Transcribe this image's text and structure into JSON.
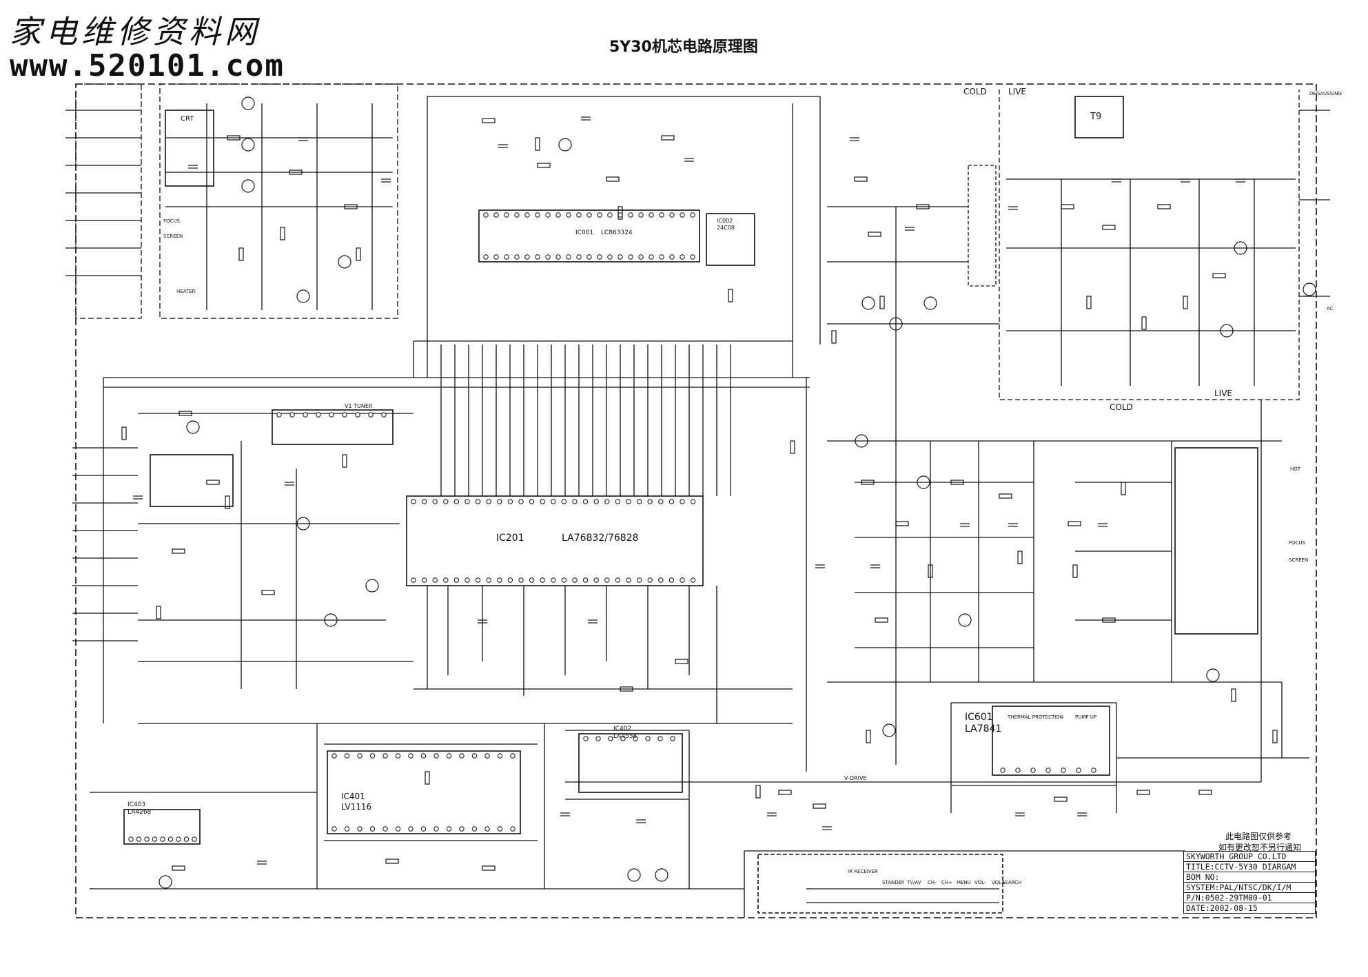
{
  "watermark": {
    "site_name": "家电维修资料网",
    "url": "www.520101.com"
  },
  "page_title": "5Y30机芯电路原理图",
  "zone_labels": {
    "cold_top": "COLD",
    "live_top": "LIVE",
    "live_bottom": "LIVE",
    "cold_bottom": "COLD"
  },
  "ic_labels": {
    "ic201_ref": "IC201",
    "ic201_part": "LA76832/76828",
    "ic601_ref": "IC601",
    "ic601_part": "LA7841",
    "ic401_ref": "IC401",
    "ic401_part": "LV1116",
    "ic403_ref": "IC403",
    "ic403_part": "LA4268",
    "ic402_ref": "IC402",
    "ic402_part": "LA4558",
    "ic001_ref": "IC001",
    "ic001_part": "LC863324",
    "ic002_ref": "IC002",
    "ic002_part": "24C08",
    "transformer_ref": "T9",
    "thermal": "THERMAL PROTECTION",
    "pump": "PUMP UP"
  },
  "signal_labels": {
    "heater": "HEATER",
    "focus": "FOCUS",
    "screen": "SCREEN",
    "crt": "CRT",
    "v_drive": "V-DRIVE",
    "tuner": "V1 TUNER",
    "degaussing": "DEGAUSSING",
    "ac_line": "AC",
    "hot": "HOT",
    "focus_out": "FOCUS",
    "screen_out": "SCREEN"
  },
  "keypad": {
    "keys": [
      "STANDBY",
      "TV/AV",
      "CH-",
      "CH+",
      "MENU",
      "VOL-",
      "VOL+",
      "SEARCH"
    ],
    "receiver": "IR RECEIVER"
  },
  "notes": {
    "line1": "此电路图仅供参考",
    "line2": "如有更改恕不另行通知"
  },
  "title_block": {
    "company": "SKYWORTH GROUP CO.LTD",
    "title": "TITLE:CCTV-5Y30 DIARGAM",
    "bom": "BOM NO:",
    "system": "SYSTEM:PAL/NTSC/DK/I/M",
    "part_no": "P/N:0502-29TM00-01",
    "date": "DATE:2002-08-15"
  },
  "colors": {
    "ink": "#111111",
    "paper": "#ffffff"
  }
}
